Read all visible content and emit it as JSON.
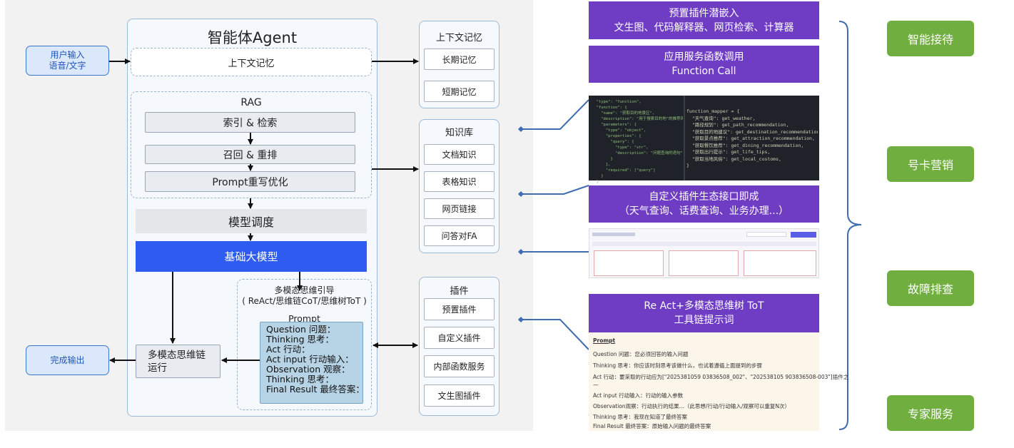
{
  "left": {
    "user_input": "用户输入\n语音/文字",
    "final_output": "完成输出",
    "agent_title": "智能体Agent",
    "context_memory": "上下文记忆",
    "rag": {
      "title": "RAG",
      "steps": [
        "索引 & 检索",
        "召回 & 重排",
        "Prompt重写优化"
      ]
    },
    "model_dispatch": "模型调度",
    "base_model": "基础大模型",
    "multimodal_guide": "多模态思维引导\n( ReAct/思维链CoT/思维树ToT )",
    "prompt_label": "Prompt",
    "prompt_lines": [
      "Question 问题：",
      "Thinking 思考：",
      "Act 行动：",
      "Act input 行动输入：",
      "Observation 观察：",
      "Thinking 思考：",
      "Final Result 最终答案："
    ],
    "multimodal_run": "多模态思维链\n运行"
  },
  "columns": {
    "memory": {
      "title": "上下文记忆",
      "items": [
        "长期记忆",
        "短期记忆"
      ]
    },
    "knowledge": {
      "title": "知识库",
      "items": [
        "文档知识",
        "表格知识",
        "网页链接",
        "问答对FA"
      ]
    },
    "plugins": {
      "title": "插件",
      "items": [
        "预置插件",
        "自定义插件",
        "内部函数服务",
        "文生图插件"
      ]
    }
  },
  "purple_blocks": [
    "预置插件潜嵌入\n文生图、代码解释器、网页检索、计算器",
    "应用服务函数调用\nFunction Call",
    "自定义插件生态接口即成\n（天气查询、话费查询、业务办理...）",
    "Re Act+多模态思维树 ToT\n工具链提示词"
  ],
  "code_left": "  \"type\": \"function\",\n  \"function\": {\n    \"name\": \"获取目的地景区\",\n    \"description\": \"用于搜索目的地\"的推荐风景\",\n    \"parameters\": {\n      \"type\": \"object\",\n      \"properties\": {\n        \"query\": {\n          \"type\": \"str\",\n          \"description\": \"问题查询的语句\"\n        }\n      },\n      \"required\": [\"query\"]\n    }\n  }",
  "code_right": "function_mapper = {\n  \"天气查询\": get_weather,\n  \"路径规划\": get_path_recommendation,\n  \"获取目的地建议\": get_destination_recommendation,\n  \"获取景点推荐\": get_attraction_recommendation,\n  \"获取餐饮推荐\": get_dining_recommendation,\n  \"获取出行提示\": get_life_tips,\n  \"获取当地风俗\": get_local_customs,\n}",
  "prompt_doc": {
    "title": "Prompt",
    "lines": [
      "Question 问题：您必须回答的输入问题",
      "Thinking 思考：你应该时刻思考该做什么，也试着遵循上面提到的步骤",
      "Act 行动：要采取的行动应为[\"2025381059 03836508_002\"、\"202538105 903836508-003\"]插件之",
      "—",
      "Act input 行动输入：行动的输入参数",
      "Observation观察：行动执行的结果...（此思想/行动/行动输入/观察可以重复N次）",
      "Thinking 思考：我现在知道了最终答案",
      "Final Result 最终答案：原始输入问题的最终答案"
    ]
  },
  "green_buttons": [
    "智能接待",
    "号卡营销",
    "故障排查",
    "专家服务"
  ],
  "colors": {
    "purple": "#6f3cc4",
    "green": "#6fae3f",
    "base_model_blue": "#2f5cf0",
    "connector_blue": "#3f6db0"
  }
}
